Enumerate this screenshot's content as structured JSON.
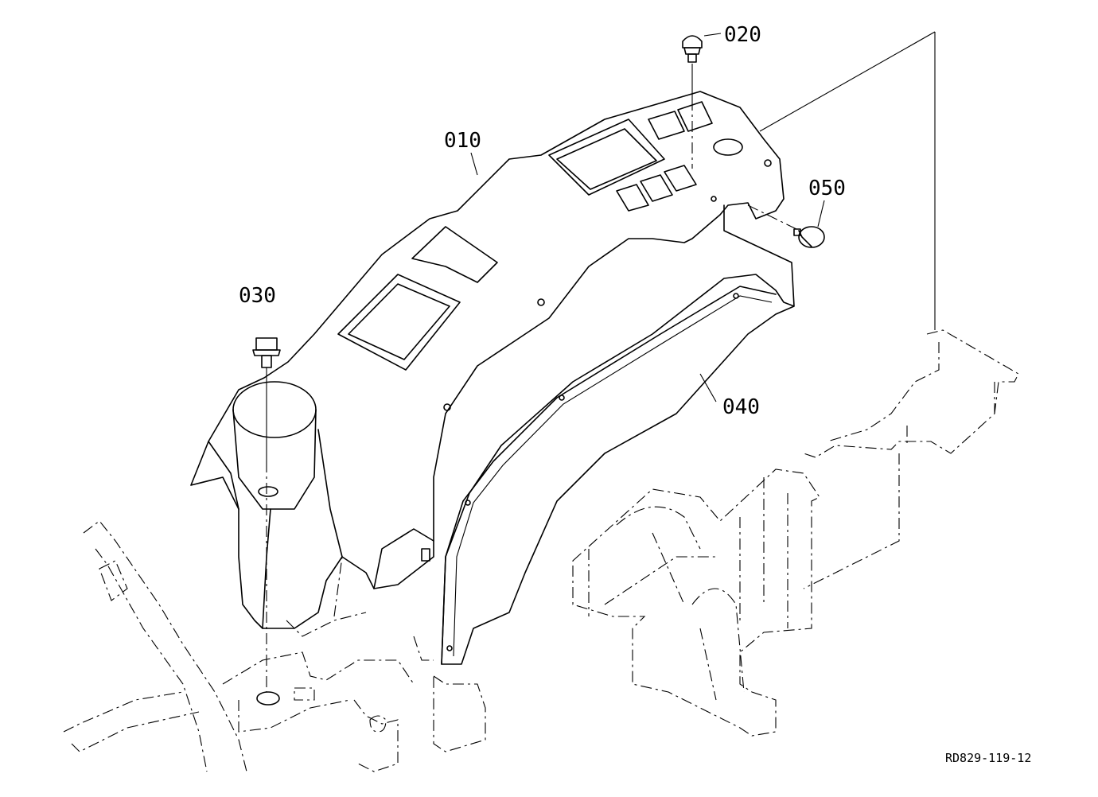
{
  "diagram": {
    "parts": {
      "p010": "010",
      "p020": "020",
      "p030": "030",
      "p040": "040",
      "p050": "050"
    },
    "reference_code": "RD829-119-12"
  }
}
